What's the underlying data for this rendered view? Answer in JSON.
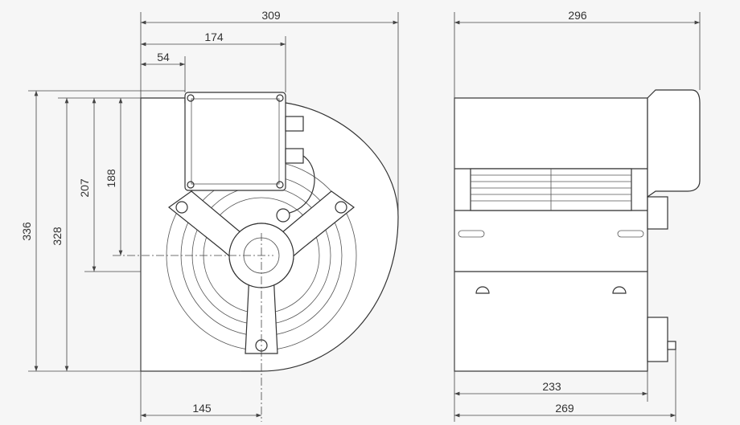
{
  "drawing": {
    "front_view": {
      "dimensions": {
        "overall_width": "309",
        "box_right": "174",
        "box_left": "54",
        "overall_height": "336",
        "housing_height": "328",
        "outlet_to_center": "207",
        "top_to_center": "188",
        "center_offset": "145"
      }
    },
    "side_view": {
      "dimensions": {
        "overall_depth": "296",
        "body_depth": "233",
        "depth_with_terminal": "269"
      }
    }
  }
}
